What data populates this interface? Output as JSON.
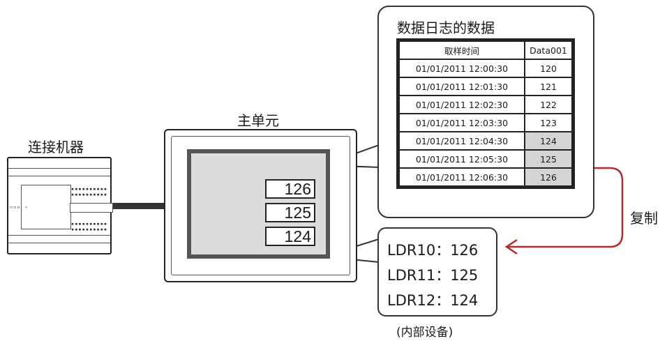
{
  "labels": {
    "controller": "连接机器",
    "main_unit": "主单元",
    "copy": "复制",
    "internal_device": "(内部设备)"
  },
  "hmi_screen": {
    "values": [
      "126",
      "125",
      "124"
    ]
  },
  "data_log": {
    "title": "数据日志的数据",
    "headers": {
      "time": "取样时间",
      "value": "Data001"
    },
    "rows": [
      {
        "time": "01/01/2011 12:00:30",
        "value": "120",
        "highlight": false
      },
      {
        "time": "01/01/2011 12:01:30",
        "value": "121",
        "highlight": false
      },
      {
        "time": "01/01/2011 12:02:30",
        "value": "122",
        "highlight": false
      },
      {
        "time": "01/01/2011 12:03:30",
        "value": "123",
        "highlight": false
      },
      {
        "time": "01/01/2011 12:04:30",
        "value": "124",
        "highlight": true
      },
      {
        "time": "01/01/2011 12:05:30",
        "value": "125",
        "highlight": true
      },
      {
        "time": "01/01/2011 12:06:30",
        "value": "126",
        "highlight": true
      }
    ]
  },
  "internal_registers": [
    {
      "name": "LDR10",
      "sep": "：",
      "value": "126"
    },
    {
      "name": "LDR11",
      "sep": "：",
      "value": "125"
    },
    {
      "name": "LDR12",
      "sep": "：",
      "value": "124"
    }
  ],
  "colors": {
    "copy_arrow": "#b52a2a",
    "highlight_cell": "#d4d4d4",
    "screen": "#dcdcdc"
  }
}
